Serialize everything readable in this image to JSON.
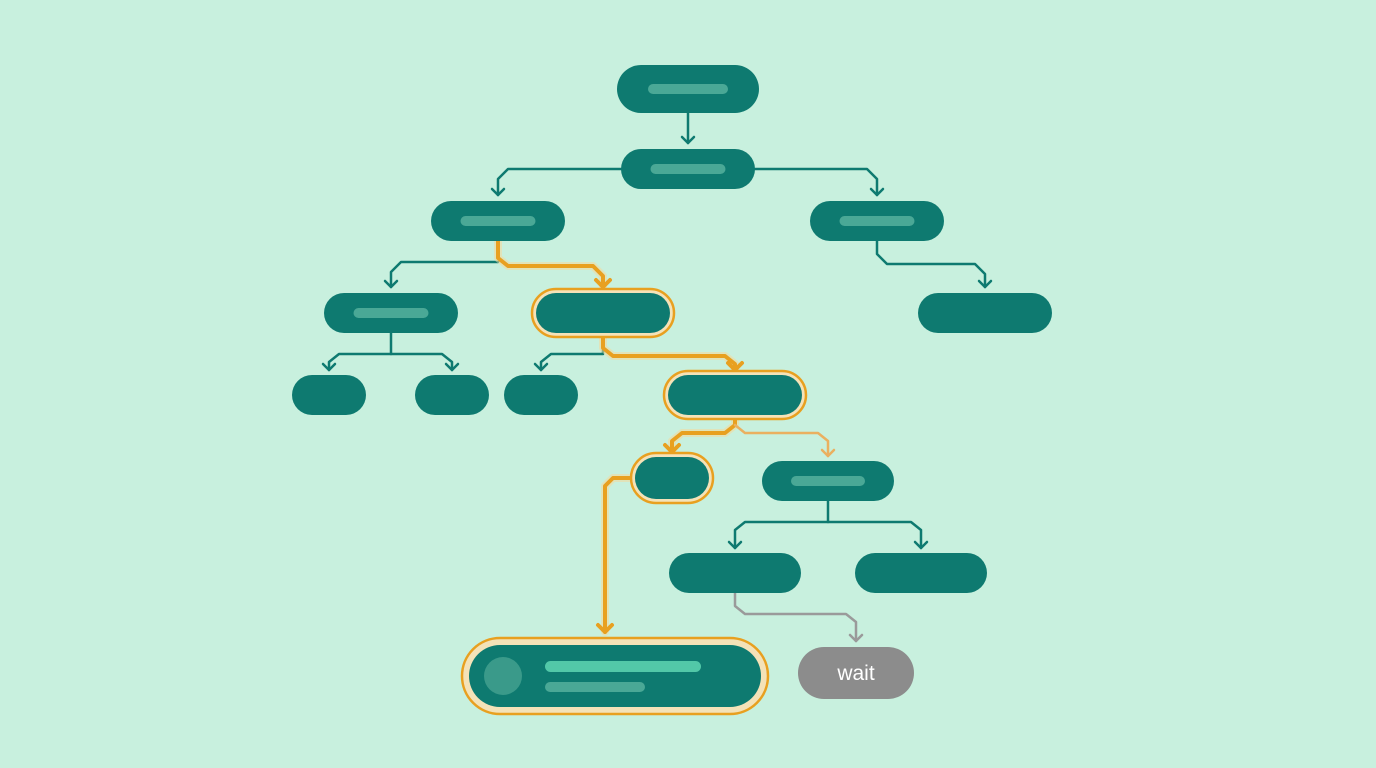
{
  "colors": {
    "background": "#c8f0de",
    "node_fill": "#0e7a70",
    "node_bar": "#4aa896",
    "node_bar_bright": "#52c8a8",
    "edge": "#0e7a70",
    "highlight": "#e8a020",
    "highlight_soft": "#eab060",
    "pending_fill": "#8c8c8c",
    "pending_edge": "#9a9a9a",
    "label_text": "#ffffff"
  },
  "diagram": {
    "direction": "top-down",
    "nodes": [
      {
        "id": "root",
        "placeholder_lines": 1
      },
      {
        "id": "l1",
        "placeholder_lines": 1
      },
      {
        "id": "l2-left",
        "placeholder_lines": 1
      },
      {
        "id": "l2-right",
        "placeholder_lines": 1
      },
      {
        "id": "l3-a",
        "placeholder_lines": 1
      },
      {
        "id": "l3-b",
        "placeholder_lines": 0,
        "state": "active"
      },
      {
        "id": "l3-c",
        "placeholder_lines": 0
      },
      {
        "id": "l4-a1",
        "placeholder_lines": 0
      },
      {
        "id": "l4-a2",
        "placeholder_lines": 0
      },
      {
        "id": "l4-b1",
        "placeholder_lines": 0
      },
      {
        "id": "l4-b2",
        "placeholder_lines": 0,
        "state": "active"
      },
      {
        "id": "l5-a",
        "placeholder_lines": 0,
        "state": "active"
      },
      {
        "id": "l5-b",
        "placeholder_lines": 1
      },
      {
        "id": "l6-a",
        "placeholder_lines": 0
      },
      {
        "id": "l6-b",
        "placeholder_lines": 0
      },
      {
        "id": "result",
        "placeholder_lines": 2,
        "has_avatar": true,
        "state": "active"
      },
      {
        "id": "wait",
        "label": "wait",
        "state": "pending"
      }
    ],
    "edges": [
      {
        "from": "root",
        "to": "l1"
      },
      {
        "from": "l1",
        "to": "l2-left"
      },
      {
        "from": "l1",
        "to": "l2-right"
      },
      {
        "from": "l2-left",
        "to": "l3-a"
      },
      {
        "from": "l2-left",
        "to": "l3-b",
        "state": "active"
      },
      {
        "from": "l2-right",
        "to": "l3-c"
      },
      {
        "from": "l3-a",
        "to": "l4-a1"
      },
      {
        "from": "l3-a",
        "to": "l4-a2"
      },
      {
        "from": "l3-b",
        "to": "l4-b1"
      },
      {
        "from": "l3-b",
        "to": "l4-b2",
        "state": "active"
      },
      {
        "from": "l4-b2",
        "to": "l5-a",
        "state": "active"
      },
      {
        "from": "l4-b2",
        "to": "l5-b",
        "state": "candidate"
      },
      {
        "from": "l5-a",
        "to": "result",
        "state": "active"
      },
      {
        "from": "l5-b",
        "to": "l6-a"
      },
      {
        "from": "l5-b",
        "to": "l6-b"
      },
      {
        "from": "l6-a",
        "to": "wait",
        "state": "pending"
      }
    ]
  }
}
